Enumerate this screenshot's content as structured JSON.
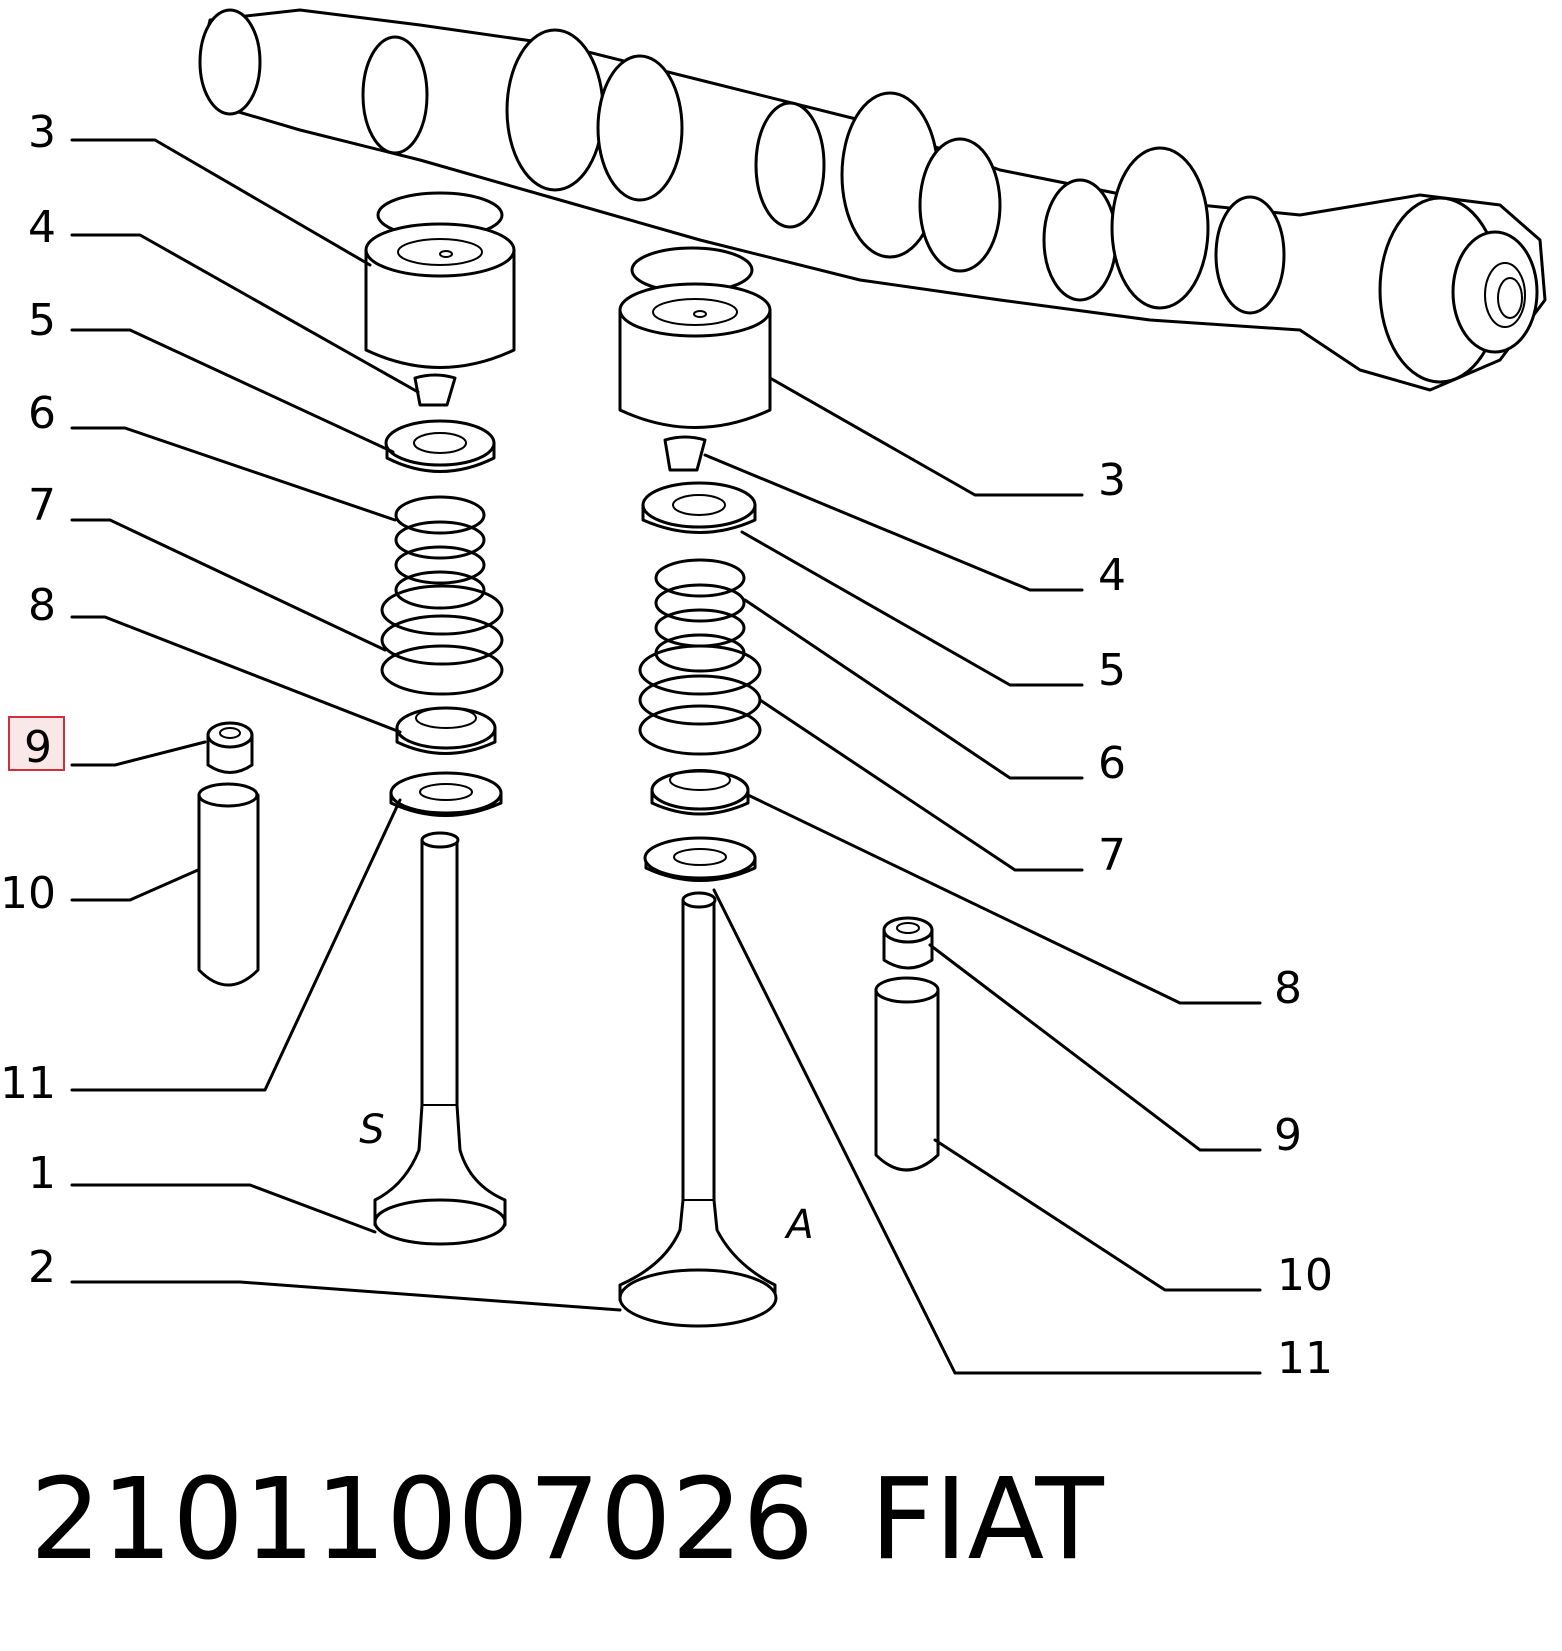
{
  "callouts_left": [
    "3",
    "4",
    "5",
    "6",
    "7",
    "8",
    "9",
    "10",
    "11",
    "1",
    "2"
  ],
  "callouts_right": [
    "3",
    "4",
    "5",
    "6",
    "7",
    "8",
    "9",
    "10",
    "11"
  ],
  "valve_letters": {
    "intake": "S",
    "exhaust": "A"
  },
  "highlight": {
    "label": "9",
    "color": "#d0303a"
  },
  "caption": {
    "part_number": "21011007026",
    "brand": "FIAT"
  }
}
